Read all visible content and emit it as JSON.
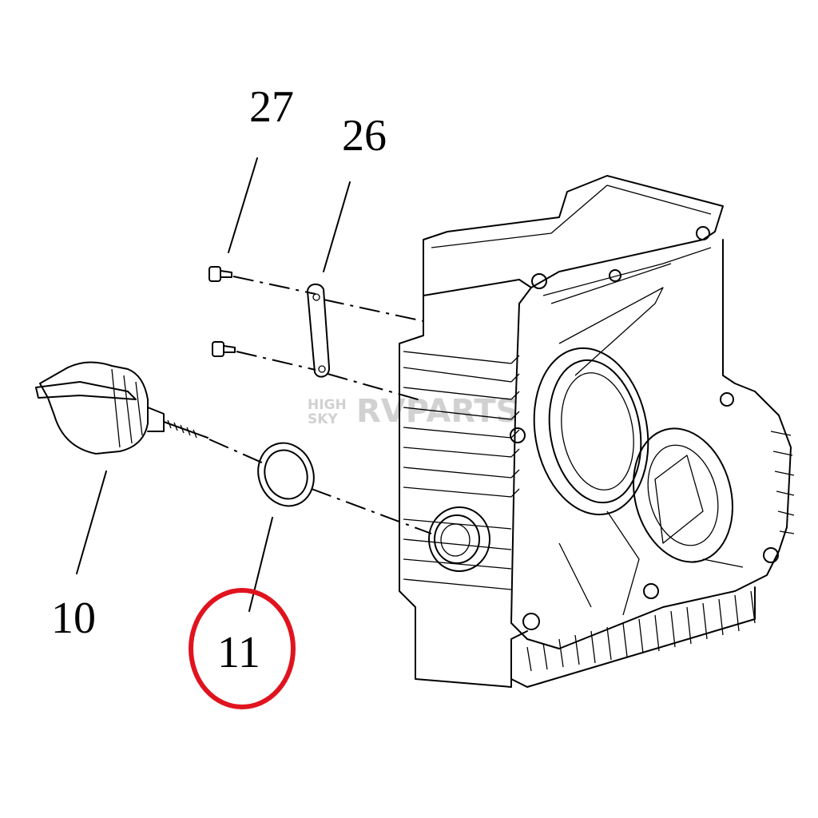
{
  "callouts": {
    "part_27": "27",
    "part_26": "26",
    "part_10": "10",
    "part_11": "11"
  },
  "highlight": {
    "target": "11",
    "color": "#e0141e"
  },
  "watermark": {
    "line1": "HIGH",
    "line2": "SKY",
    "brand": "RVPARTS"
  }
}
